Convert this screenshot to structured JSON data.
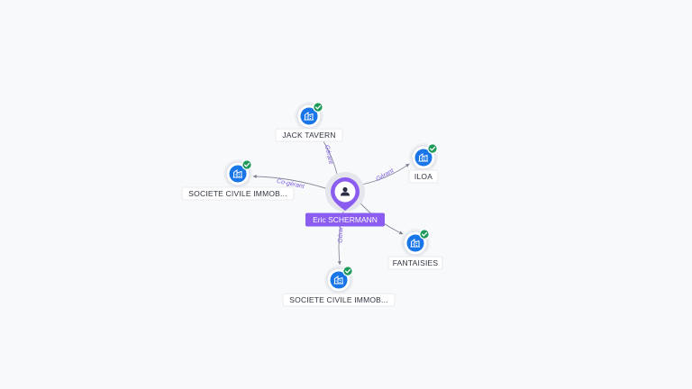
{
  "center": {
    "name": "Eric SCHERMANN",
    "icon": "person-icon",
    "color": "#8a5cf0"
  },
  "companies": [
    {
      "id": "jack",
      "name": "JACK TAVERN",
      "relation": "Gérant",
      "verified": true,
      "icon": "building-icon"
    },
    {
      "id": "iloa",
      "name": "ILOA",
      "relation": "Gérant",
      "verified": true,
      "icon": "building-icon"
    },
    {
      "id": "sci1",
      "name": "SOCIETE CIVILE IMMOB...",
      "relation": "Co-gérant",
      "verified": true,
      "icon": "building-icon"
    },
    {
      "id": "fant",
      "name": "FANTAISIES",
      "relation": "",
      "verified": true,
      "icon": "building-icon"
    },
    {
      "id": "sci2",
      "name": "SOCIETE CIVILE IMMOB...",
      "relation": "Gérant",
      "verified": true,
      "icon": "building-icon"
    }
  ],
  "colors": {
    "company": "#1976e8",
    "verified": "#1d9a5a",
    "relation_label": "#7b5de0",
    "background": "#f8f9fb"
  }
}
